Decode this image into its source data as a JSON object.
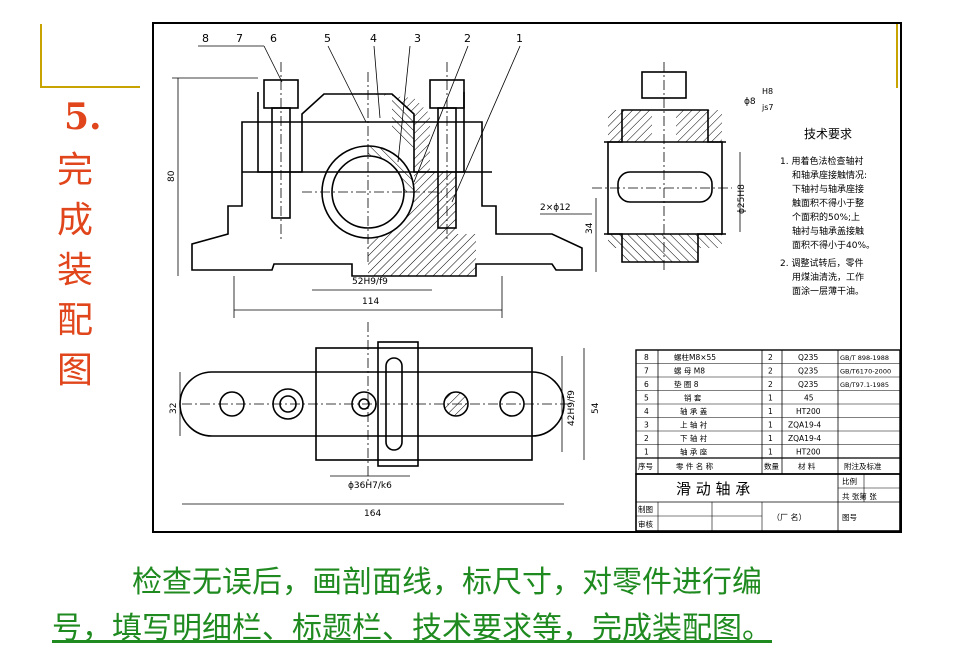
{
  "slide": {
    "step_number": "5.",
    "step_title_chars": [
      "完",
      "成",
      "装",
      "配",
      "图"
    ],
    "caption_line1": "检查无误后，画剖面线，标尺寸，对零件进行编",
    "caption_line2": "号，填写明细栏、标题栏、技术要求等，完成装配图。"
  },
  "drawing": {
    "callouts": [
      "8",
      "7",
      "6",
      "5",
      "4",
      "3",
      "2",
      "1"
    ],
    "dims": {
      "height_80": "80",
      "width_52": "52H9/f9",
      "width_114": "114",
      "hole_2x12": "2×ϕ12",
      "phi8": "ϕ8",
      "phi8_fit_upper": "H8",
      "phi8_fit_lower": "js7",
      "phi25": "ϕ25H8",
      "height_34": "34",
      "height_32": "32",
      "width_42": "42H9/f9",
      "height_54": "54",
      "phi36": "ϕ36H7/k6",
      "width_164": "164"
    },
    "tech": {
      "title": "技术要求",
      "lines": [
        "1. 用着色法检查轴衬",
        "和轴承座接触情况:",
        "下轴衬与轴承座接",
        "触面积不得小于整",
        "个面积的50%;上",
        "轴衬与轴承盖接触",
        "面积不得小于40%。",
        "2. 调整试转后，零件",
        "用煤油清洗，工作",
        "面涂一层薄干油。"
      ]
    },
    "bom": {
      "rows": [
        {
          "no": "8",
          "name": "螺柱M8×55",
          "qty": "2",
          "material": "Q235",
          "note": "GB/T 898-1988"
        },
        {
          "no": "7",
          "name": "螺 母 M8",
          "qty": "2",
          "material": "Q235",
          "note": "GB/T6170-2000"
        },
        {
          "no": "6",
          "name": "垫 圈 8",
          "qty": "2",
          "material": "Q235",
          "note": "GB/T97.1-1985"
        },
        {
          "no": "5",
          "name": "销 套",
          "qty": "1",
          "material": "45",
          "note": ""
        },
        {
          "no": "4",
          "name": "轴 承 盖",
          "qty": "1",
          "material": "HT200",
          "note": ""
        },
        {
          "no": "3",
          "name": "上 轴 衬",
          "qty": "1",
          "material": "ZQA19-4",
          "note": ""
        },
        {
          "no": "2",
          "name": "下 轴 衬",
          "qty": "1",
          "material": "ZQA19-4",
          "note": ""
        },
        {
          "no": "1",
          "name": "轴 承 座",
          "qty": "1",
          "material": "HT200",
          "note": ""
        }
      ],
      "header": {
        "no": "序号",
        "name": "零 件 名 称",
        "qty": "数量",
        "material": "材 料",
        "note": "附注及标准"
      }
    },
    "titleblock": {
      "name": "滑 动 轴 承",
      "scale_label": "比例",
      "sheets_label": "共 张第 张",
      "drawn_label": "制图",
      "checked_label": "审核",
      "factory_label": "（厂 名）",
      "drawing_no_label": "图号"
    }
  }
}
